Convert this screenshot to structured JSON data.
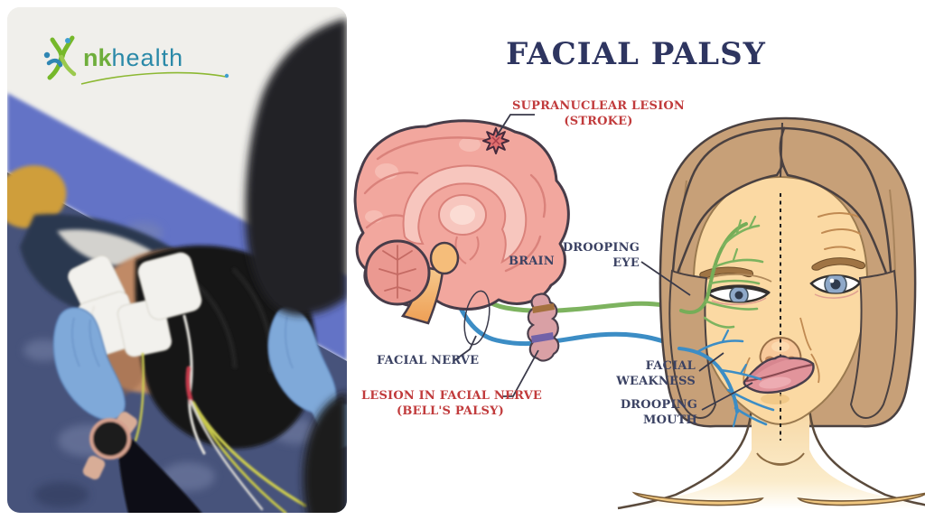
{
  "photo": {
    "description": "Patient lying on a navy pillow receiving facial electrotherapy: four white electrode pads on the face, yellow and red lead wires, therapist hands in blue nitrile gloves, rose-gold smartwatch, periwinkle blue wall and white wall behind, dark out-of-focus therapist silhouette at right",
    "logo": {
      "brand_prefix": "nk",
      "brand_suffix": "health"
    }
  },
  "diagram": {
    "title": "FACIAL PALSY",
    "labels": {
      "supranuclear": {
        "line1": "SUPRANUCLEAR LESION",
        "line2": "(STROKE)"
      },
      "brain": {
        "text": "BRAIN"
      },
      "drooping_eye": {
        "line1": "DROOPING",
        "line2": "EYE"
      },
      "facial_nerve": {
        "text": "FACIAL NERVE"
      },
      "bells_palsy": {
        "line1": "LESION IN FACIAL NERVE",
        "line2": "(BELL'S PALSY)"
      },
      "facial_weakness": {
        "line1": "FACIAL",
        "line2": "WEAKNESS"
      },
      "drooping_mouth": {
        "line1": "DROOPING",
        "line2": "MOUTH"
      }
    },
    "colors": {
      "title_navy": "#2e3560",
      "label_navy": "#3b4263",
      "alert_red": "#c13b3c",
      "nerve_green": "#7db35f",
      "nerve_blue": "#3c8dc5",
      "brain_pink": "#f2a79e",
      "brainstem_orange": "#f0a45b",
      "skin_tan": "#fbd9a3",
      "hair_brown": "#c7a078",
      "lip_pink": "#e2949b",
      "lesion_pink": "#d9a0a5"
    },
    "photo_colors": {
      "wall_blue": "#6373c6",
      "pillow_navy": "#47537b",
      "glove_blue": "#7fa9d9",
      "electrode_white": "#f2f1ed",
      "wire_yellow": "#cbcb4f",
      "wire_red": "#c43b4b",
      "watch_rosegold": "#d5a18f",
      "logo_green": "#6fae3c",
      "logo_teal": "#2a89a8"
    }
  }
}
